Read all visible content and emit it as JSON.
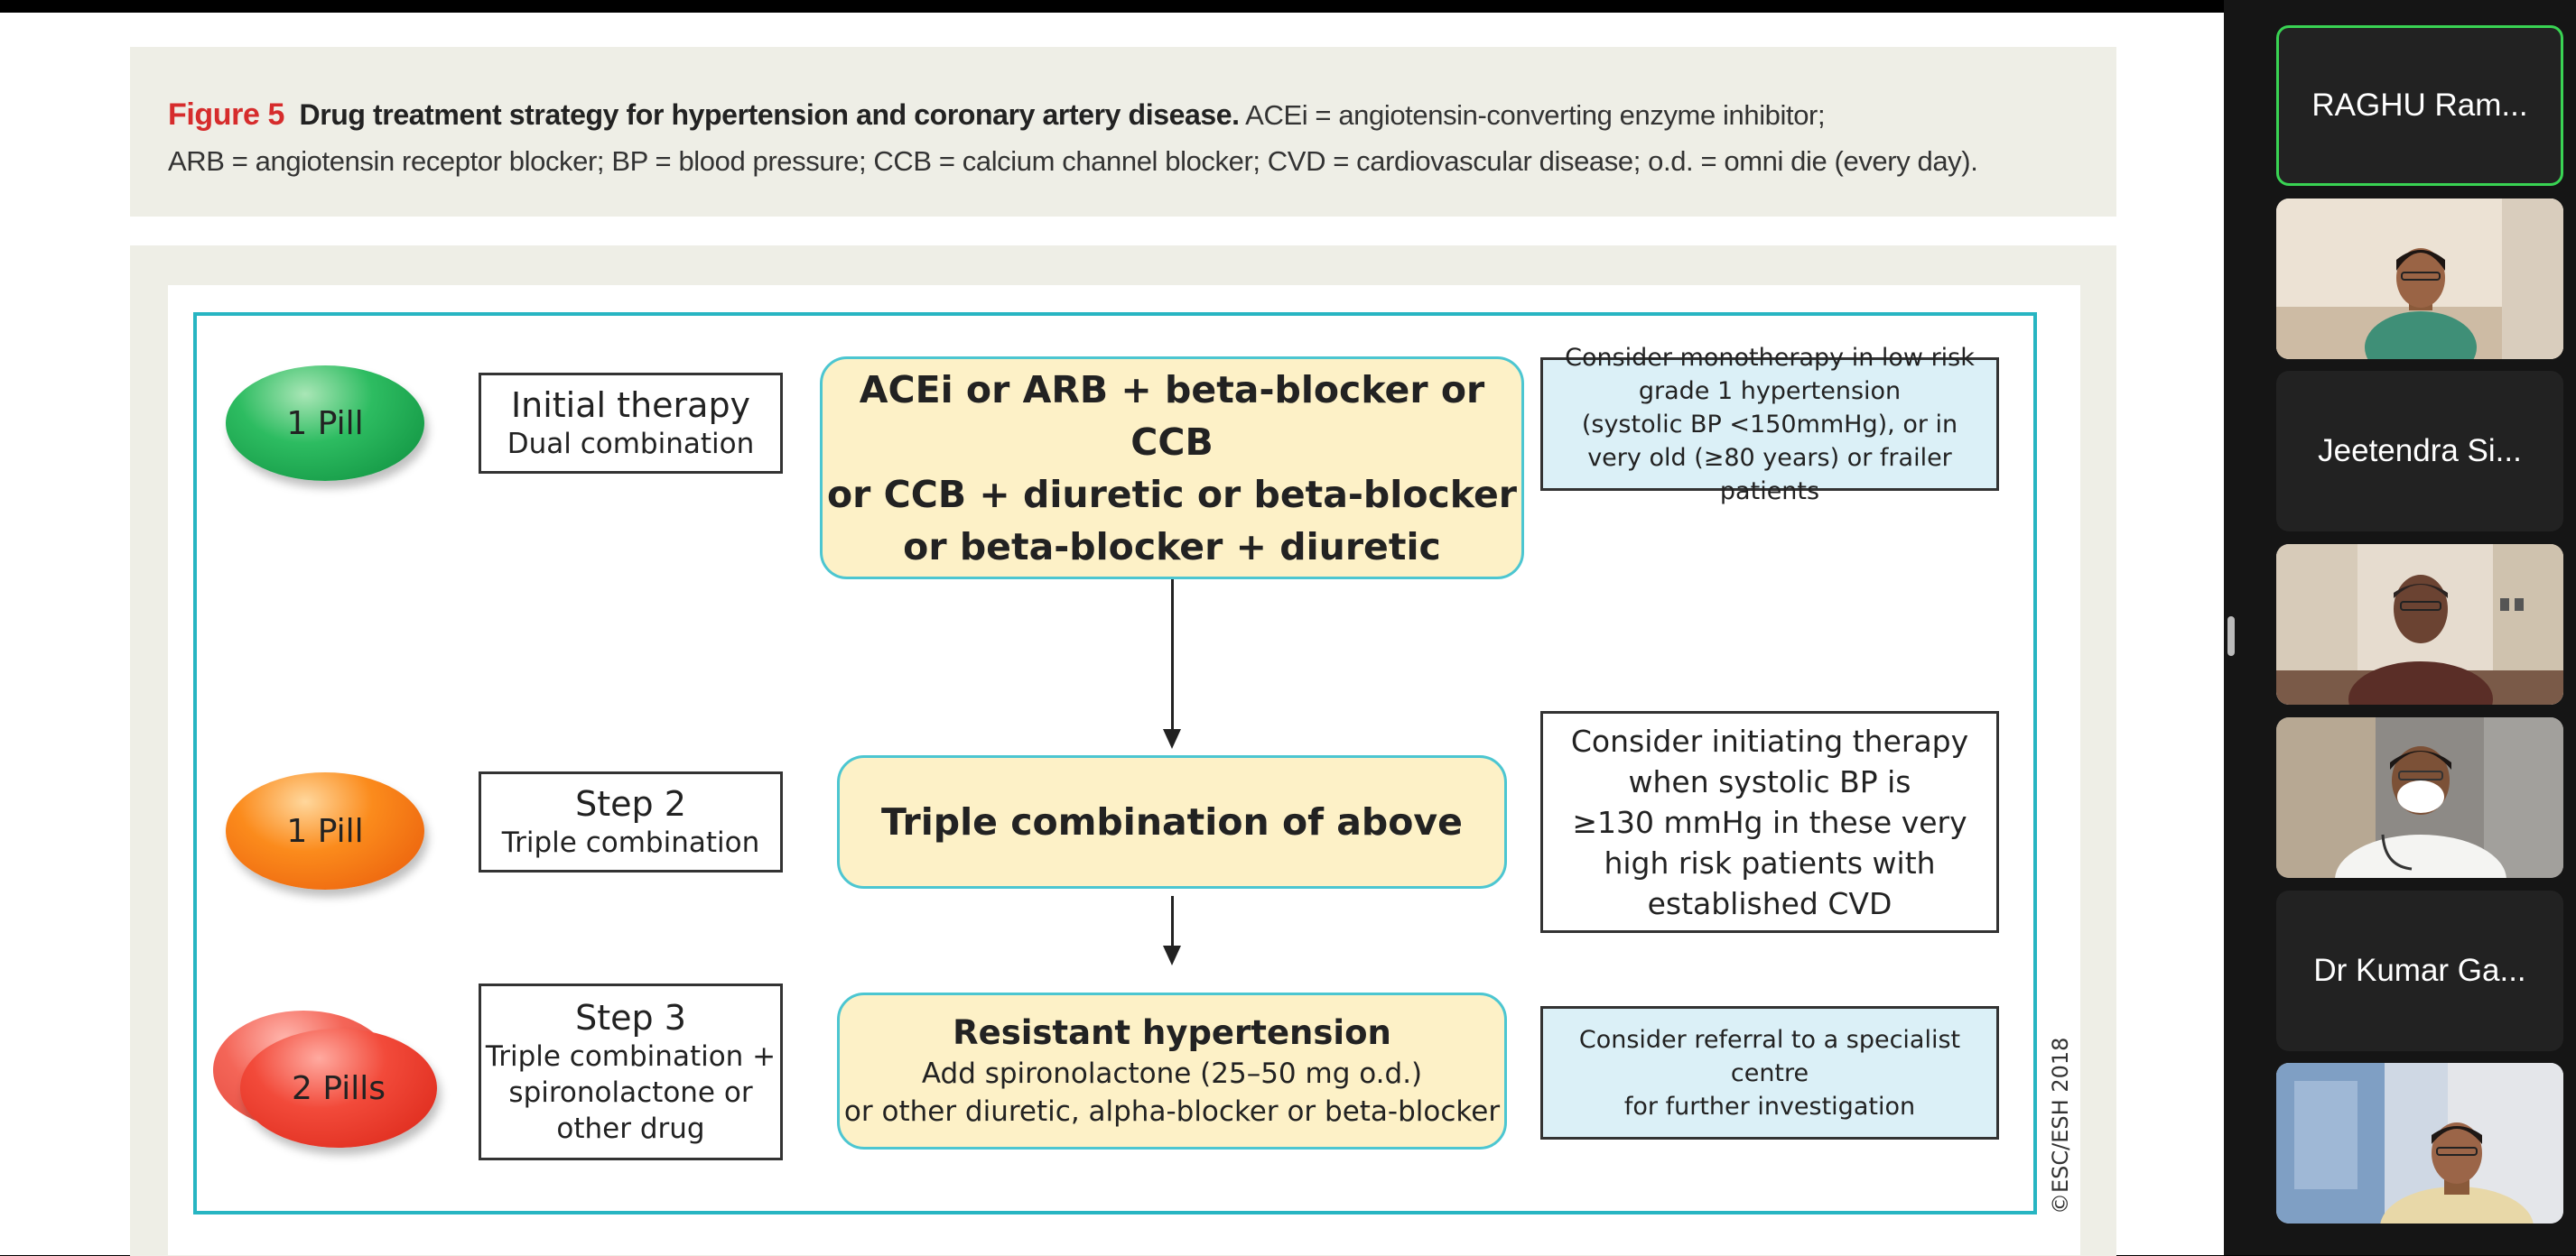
{
  "caption": {
    "label": "Figure 5",
    "title": "Drug treatment strategy for hypertension and coronary artery disease.",
    "text_line1": " ACEi = angiotensin-converting enzyme inhibitor;",
    "text_line2": "ARB = angiotensin receptor blocker; BP = blood pressure; CCB = calcium channel blocker; CVD = cardiovascular disease; o.d. = omni die (every day)."
  },
  "flow": {
    "pills": [
      "1 Pill",
      "1 Pill",
      "2 Pills"
    ],
    "steps": [
      {
        "title": "Initial therapy",
        "subtitle": "Dual combination"
      },
      {
        "title": "Step 2",
        "subtitle": "Triple combination"
      },
      {
        "title": "Step 3",
        "line2": "Triple combination +",
        "line3": "spironolactone or",
        "line4": "other drug"
      }
    ],
    "treatments": {
      "initial_line1": "ACEi or ARB + beta-blocker or CCB",
      "initial_line2": "or CCB + diuretic or beta-blocker",
      "initial_line3": "or beta-blocker + diuretic",
      "step2": "Triple combination of above",
      "step3_title": "Resistant hypertension",
      "step3_line2": "Add spironolactone (25–50 mg o.d.)",
      "step3_line3": "or other diuretic, alpha-blocker or beta-blocker"
    },
    "notes": {
      "initial": "Consider monotherapy in low risk\ngrade 1 hypertension\n(systolic BP <150mmHg), or in\nvery old (≥80 years) or frailer patients",
      "step2": "Consider initiating therapy\nwhen systolic BP is\n≥130 mmHg in these very\nhigh risk patients with\nestablished CVD",
      "step3": "Consider referral to a specialist centre\nfor further investigation"
    },
    "copyright": "©ESC/ESH 2018"
  },
  "participants": [
    {
      "name": "RAGHU Ram...",
      "type": "name",
      "active": true
    },
    {
      "name": "",
      "type": "video"
    },
    {
      "name": "Jeetendra Si...",
      "type": "name"
    },
    {
      "name": "",
      "type": "video"
    },
    {
      "name": "",
      "type": "video"
    },
    {
      "name": "Dr Kumar Ga...",
      "type": "name"
    },
    {
      "name": "",
      "type": "video"
    }
  ],
  "colors": {
    "accent_active": "#39d353",
    "figure_frame": "#27b5c2",
    "figure_label": "#d62c2c"
  }
}
